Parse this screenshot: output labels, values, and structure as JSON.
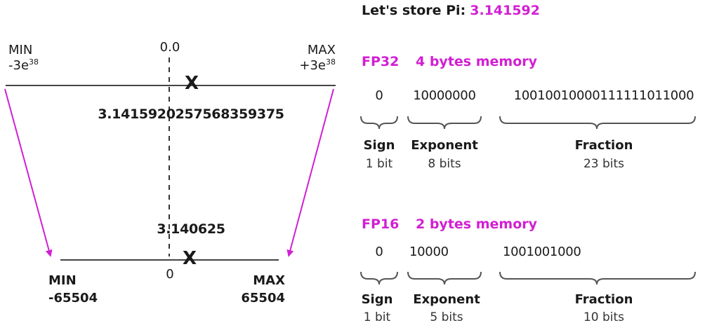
{
  "title": {
    "prefix": "Let's store Pi:",
    "value": "3.141592"
  },
  "colors": {
    "accent": "#d21fd3",
    "line": "#444444",
    "text": "#1a1a1a"
  },
  "fp32_range": {
    "min_label": "MIN",
    "min_value_base": "-3e",
    "min_value_exp": "38",
    "max_label": "MAX",
    "max_value_base": "+3e",
    "max_value_exp": "38",
    "zero_label": "0.0",
    "marker": "X",
    "stored_value": "3.1415920257568359375"
  },
  "fp16_range": {
    "min_label": "MIN",
    "min_value": "-65504",
    "max_label": "MAX",
    "max_value": "65504",
    "zero_label": "0",
    "marker": "X",
    "stored_value": "3.140625"
  },
  "fp32": {
    "name": "FP32",
    "memory": "4 bytes memory",
    "sign_bits": "0",
    "exponent_bits": "10000000",
    "fraction_bits": "10010010000111111011000",
    "sign_label": "Sign",
    "sign_size": "1 bit",
    "exponent_label": "Exponent",
    "exponent_size": "8 bits",
    "fraction_label": "Fraction",
    "fraction_size": "23 bits"
  },
  "fp16": {
    "name": "FP16",
    "memory": "2 bytes memory",
    "sign_bits": "0",
    "exponent_bits": "10000",
    "fraction_bits": "1001001000",
    "sign_label": "Sign",
    "sign_size": "1 bit",
    "exponent_label": "Exponent",
    "exponent_size": "5 bits",
    "fraction_label": "Fraction",
    "fraction_size": "10 bits"
  }
}
